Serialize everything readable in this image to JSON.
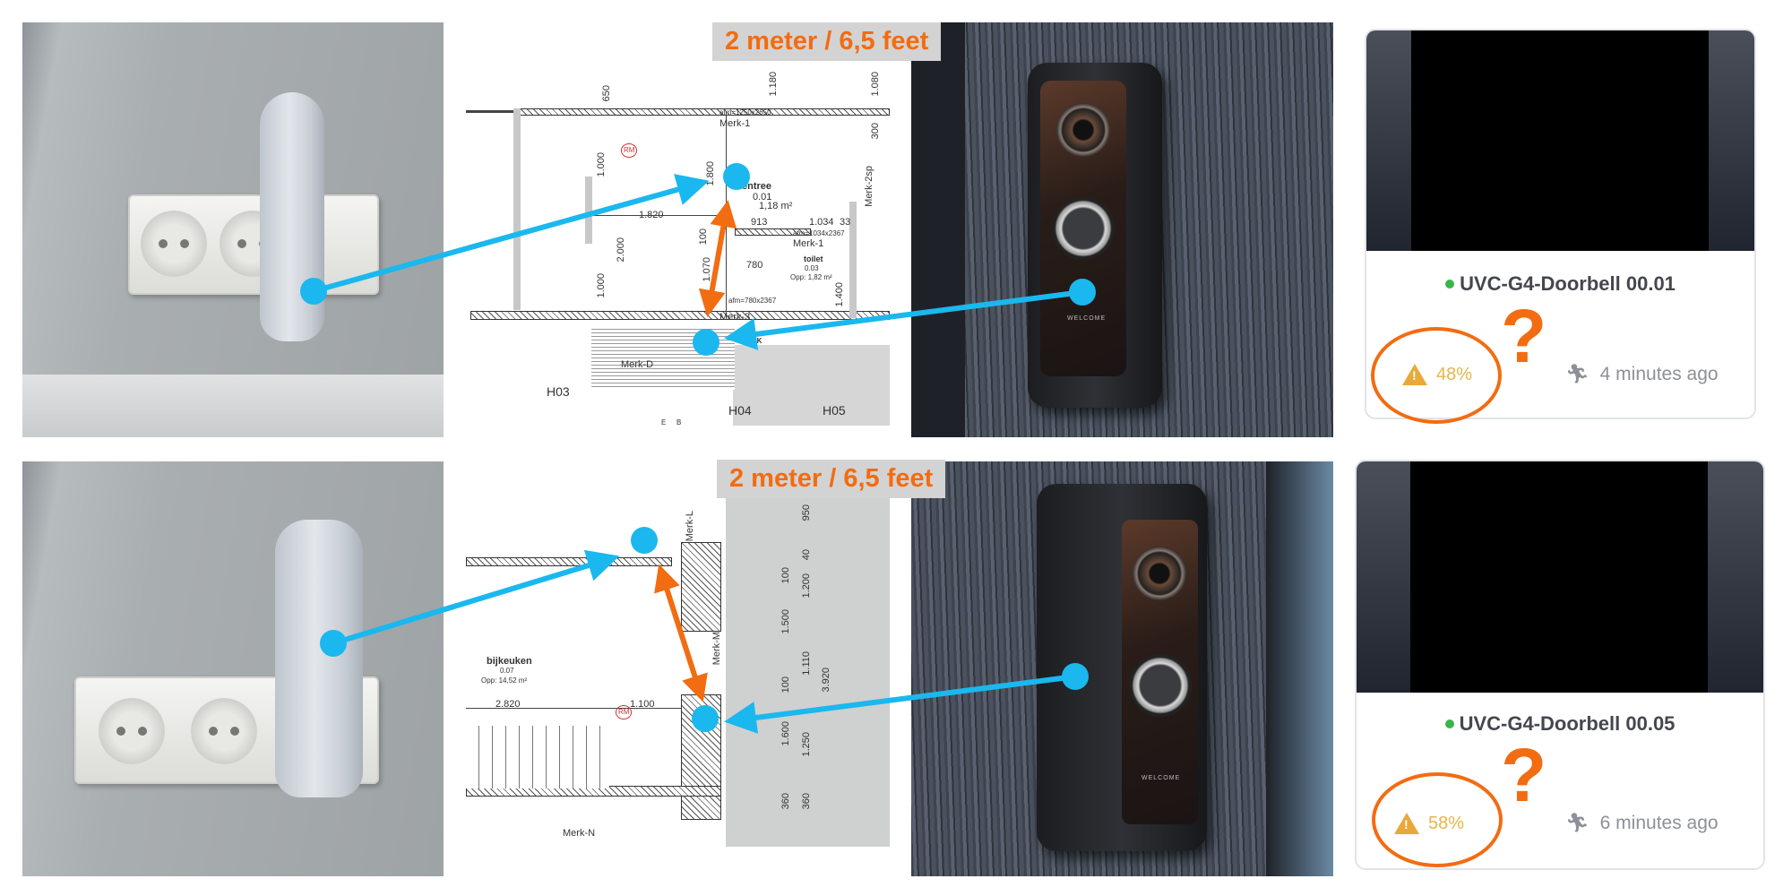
{
  "distance_label": "2 meter / 6,5 feet",
  "floorplan_top": {
    "afm_door": "afm=1250x2650",
    "merk_1a": "Merk-1",
    "room": "entree",
    "room_no": "0.01",
    "room_area": "1,18 m²",
    "dim_1820": "1.820",
    "dim_913": "913",
    "dim_1034": "1.034",
    "dim_33": "33",
    "afm_toilet": "afm=1034x2367",
    "merk_1b": "Merk-1",
    "toilet": "toilet",
    "toilet_no": "0.03",
    "toilet_area": "Opp: 1,82 m²",
    "dim_780": "780",
    "afm_mk": "afm=780x2367",
    "merk_3": "Merk-3",
    "mk": "MK",
    "merk_d": "Merk-D",
    "h03": "H03",
    "h04": "H04",
    "h05": "H05",
    "dim_650": "650",
    "dim_1000a": "1.000",
    "dim_2000": "2.000",
    "dim_1000b": "1.000",
    "dim_1800": "1.800",
    "dim_100": "100",
    "dim_1070": "1.070",
    "dim_1400": "1.400",
    "dim_1180": "1.180",
    "dim_1080": "1.080",
    "dim_300": "300",
    "merk_2sp": "Merk-2sp",
    "rm": "RM",
    "sec_e": "E",
    "sec_b": "B"
  },
  "floorplan_bottom": {
    "room": "bijkeuken",
    "room_no": "0.07",
    "room_area": "Opp: 14,52 m²",
    "dim_2820": "2.820",
    "dim_1100": "1.100",
    "rm": "RM",
    "merk_n": "Merk-N",
    "merk_m": "Merk-M",
    "merk_l": "Merk-L",
    "dim_950": "950",
    "dim_40": "40",
    "dim_100a": "100",
    "dim_1200": "1.200",
    "dim_1500": "1.500",
    "dim_1110": "1.110",
    "dim_3920": "3.920",
    "dim_100b": "100",
    "dim_1600": "1.600",
    "dim_1250": "1.250",
    "dim_360a": "360",
    "dim_360b": "360"
  },
  "doorbell_text": "WELCOME",
  "cameras": [
    {
      "name": "UVC-G4-Doorbell 00.01",
      "signal": "48%",
      "last_motion": "4 minutes ago",
      "status_color": "#3cb44b"
    },
    {
      "name": "UVC-G4-Doorbell 00.05",
      "signal": "58%",
      "last_motion": "6 minutes ago",
      "status_color": "#3cb44b"
    }
  ],
  "question_mark": "?",
  "colors": {
    "accent": "#f26c12",
    "marker": "#1ab8ee",
    "warning": "#e9a93a"
  }
}
